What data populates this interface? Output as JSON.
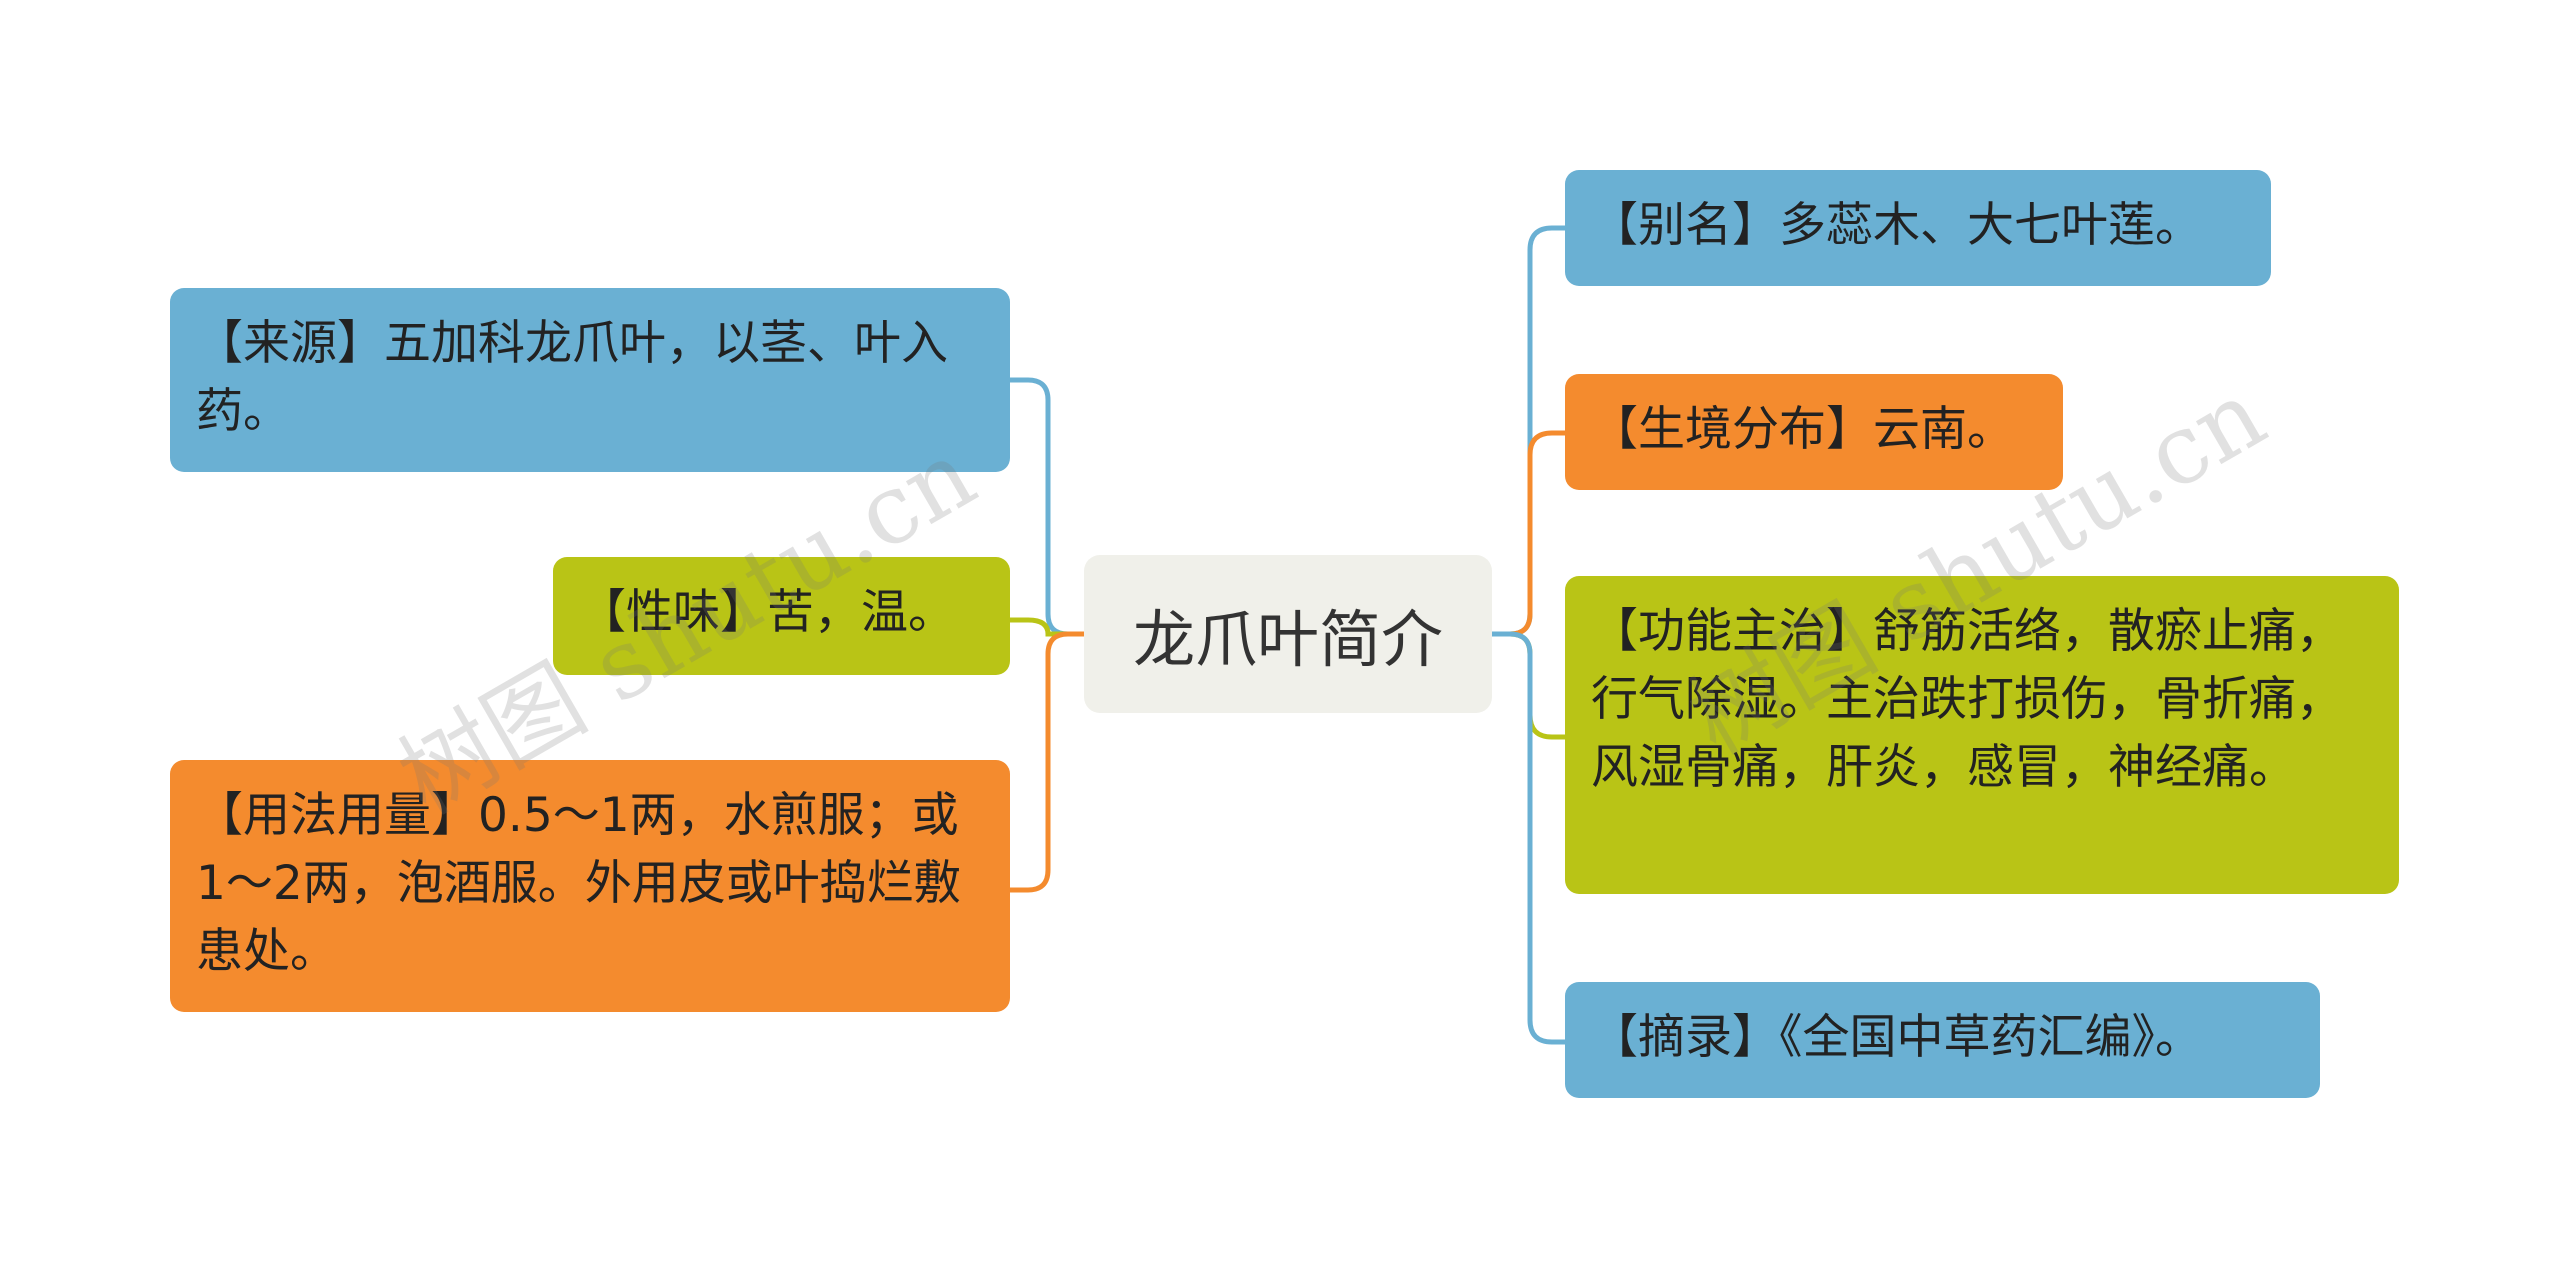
{
  "center": {
    "title": "龙爪叶简介"
  },
  "left_nodes": [
    {
      "text": "【来源】五加科龙爪叶，以茎、叶入药。",
      "color": "#6ab0d3"
    },
    {
      "text": "【性味】苦，温。",
      "color": "#b9c416"
    },
    {
      "text": "【用法用量】0.5～1两，水煎服；或1～2两，泡酒服。外用皮或叶捣烂敷患处。",
      "color": "#f48b2e"
    }
  ],
  "right_nodes": [
    {
      "text": "【别名】多蕊木、大七叶莲。",
      "color": "#6ab0d3"
    },
    {
      "text": "【生境分布】云南。",
      "color": "#f48b2e"
    },
    {
      "text": "【功能主治】舒筋活络，散瘀止痛，行气除湿。主治跌打损伤，骨折痛，风湿骨痛，肝炎，感冒，神经痛。",
      "color": "#b9c416"
    },
    {
      "text": "【摘录】《全国中草药汇编》。",
      "color": "#6ab0d3"
    }
  ],
  "watermarks": [
    "树图 shutu.cn",
    "树图 shutu.cn"
  ]
}
